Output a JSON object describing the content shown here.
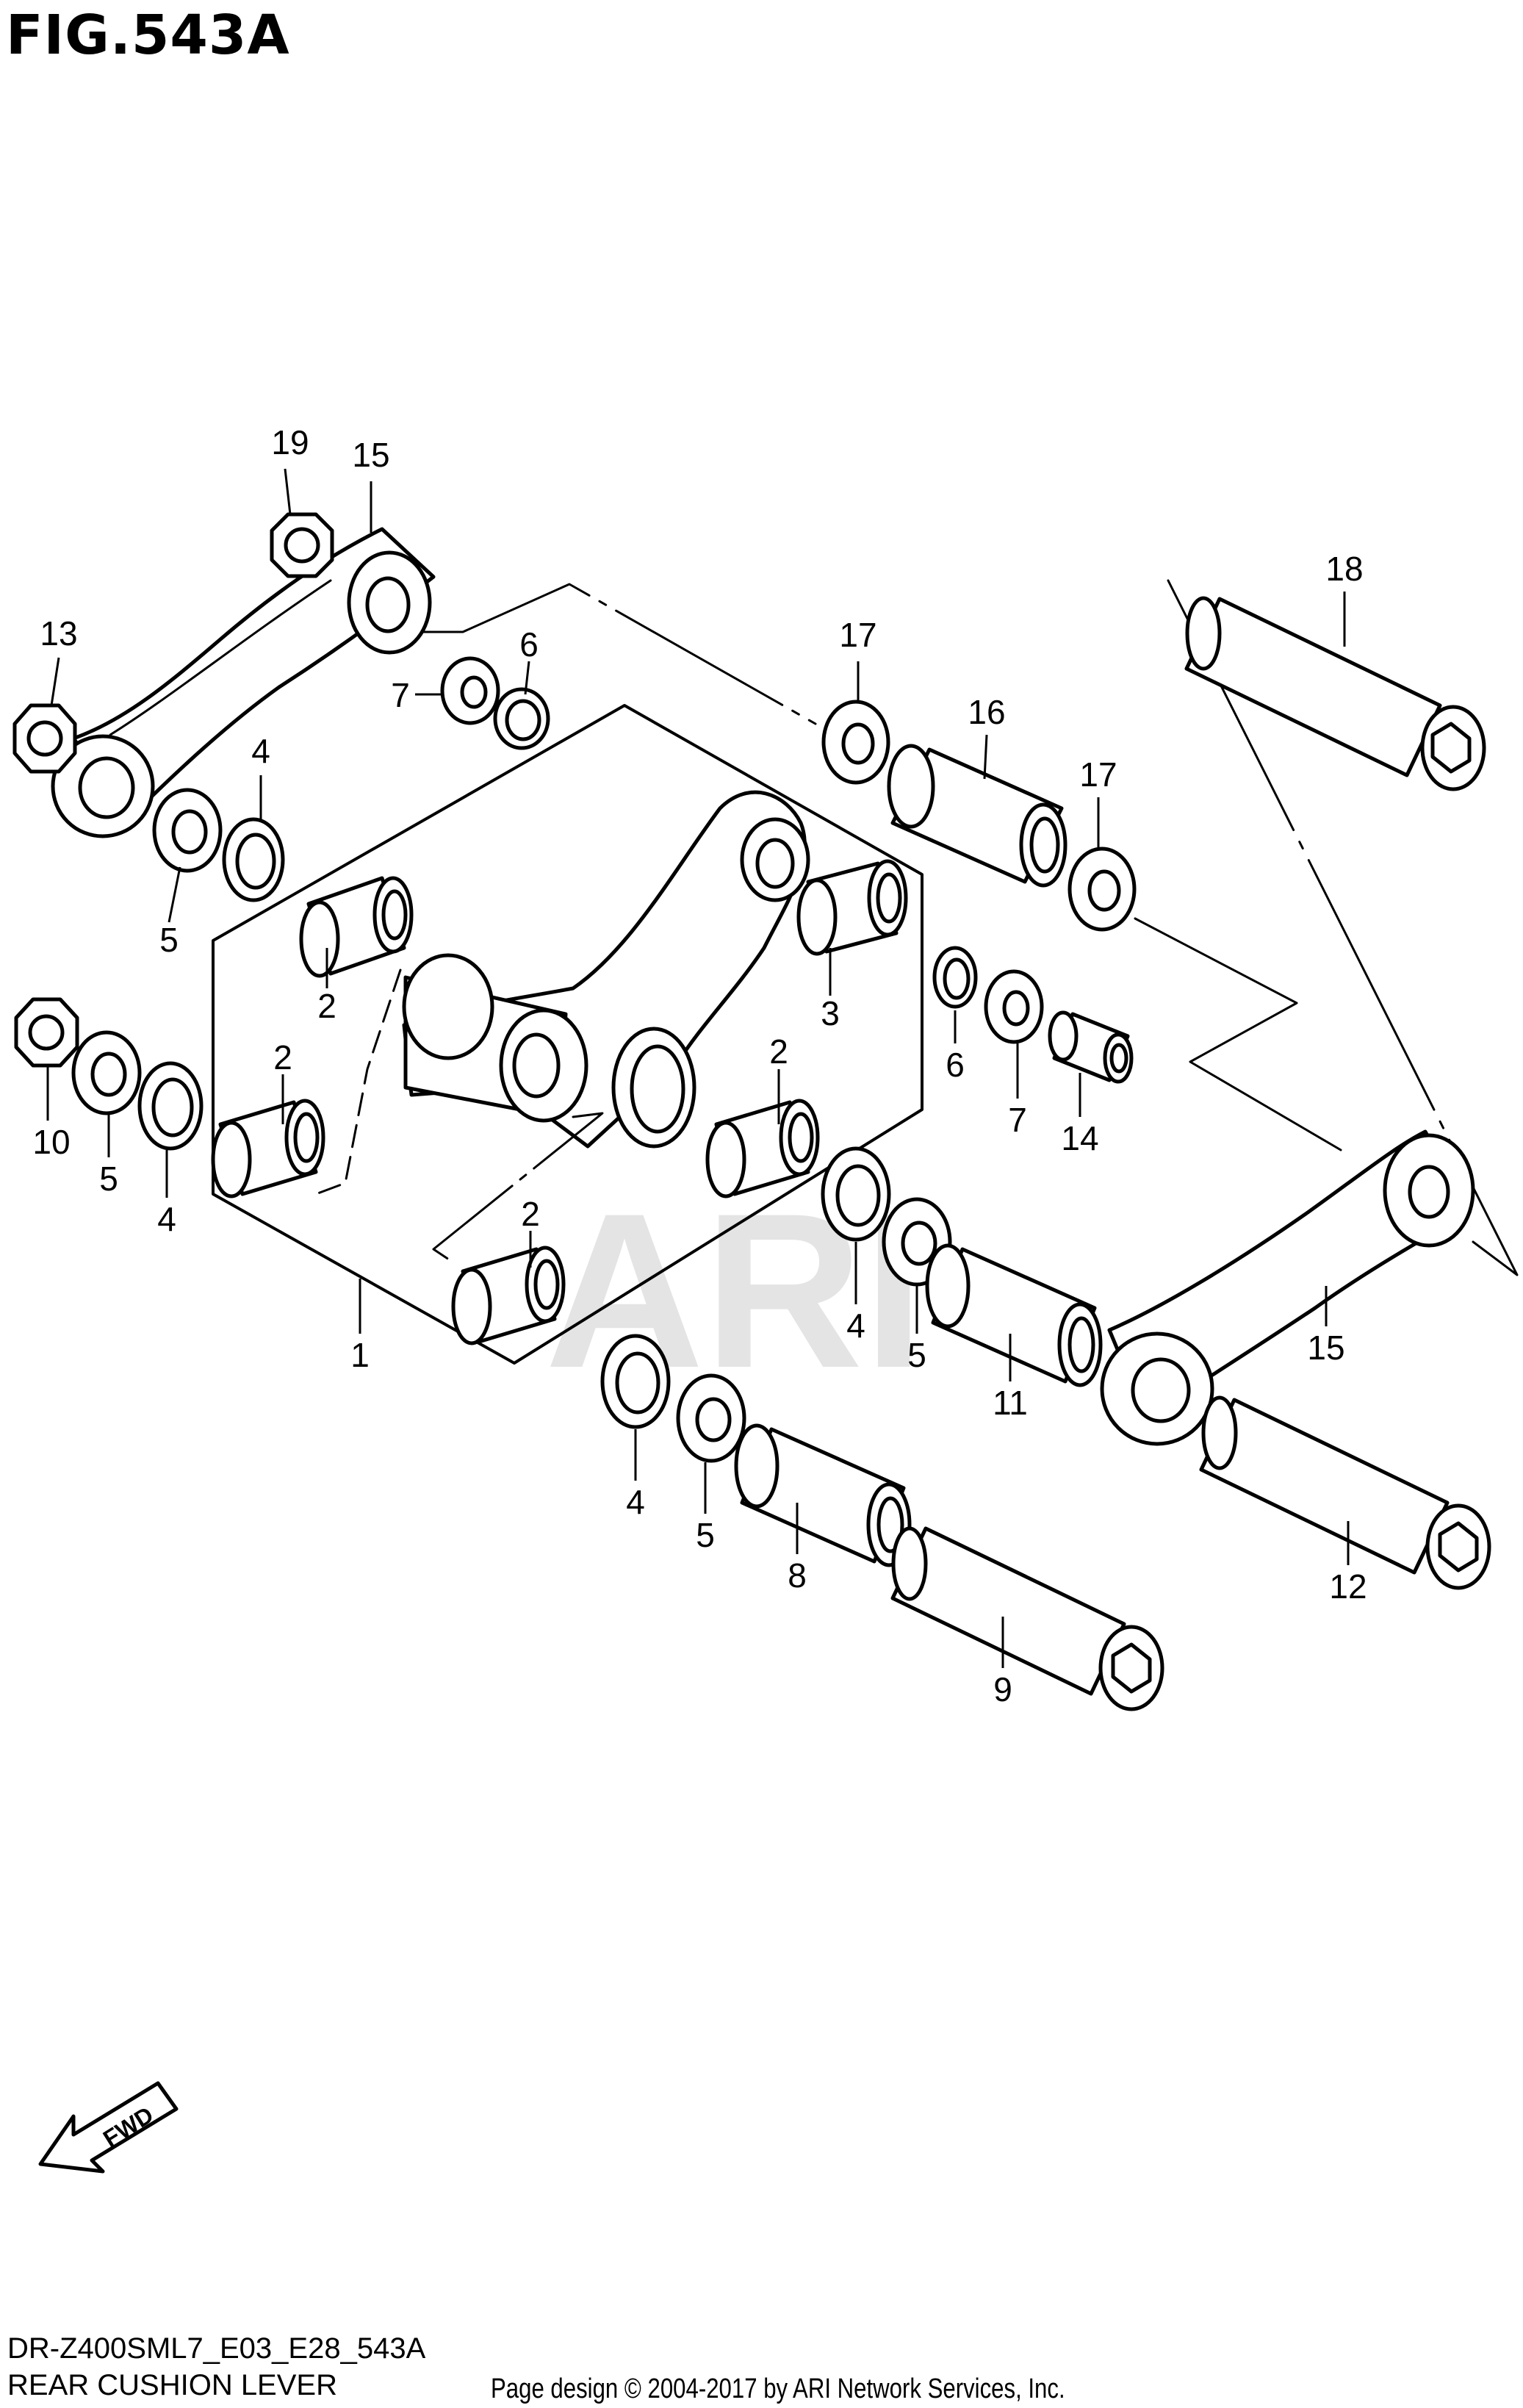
{
  "figure": {
    "title": "FIG.543A",
    "model_code": "DR-Z400SML7_E03_E28_543A",
    "section_name": "REAR CUSHION LEVER",
    "copyright": "Page design © 2004-2017 by ARI Network Services, Inc.",
    "watermark": "ARI",
    "fwd_label": "FWD"
  },
  "callouts": {
    "c19": "19",
    "c15a": "15",
    "c13": "13",
    "c7a": "7",
    "c6a": "6",
    "c4a": "4",
    "c5a": "5",
    "c17a": "17",
    "c16": "16",
    "c17b": "17",
    "c18": "18",
    "c2a": "2",
    "c3": "3",
    "c2b": "2",
    "c2c": "2",
    "c2d": "2",
    "c10": "10",
    "c5b": "5",
    "c4b": "4",
    "c6b": "6",
    "c7b": "7",
    "c14": "14",
    "c1": "1",
    "c4c": "4",
    "c5c": "5",
    "c11": "11",
    "c15b": "15",
    "c4d": "4",
    "c5d": "5",
    "c8": "8",
    "c9": "9",
    "c12": "12"
  },
  "colors": {
    "line": "#000000",
    "watermark": "#d9d9d9",
    "background": "#ffffff"
  }
}
